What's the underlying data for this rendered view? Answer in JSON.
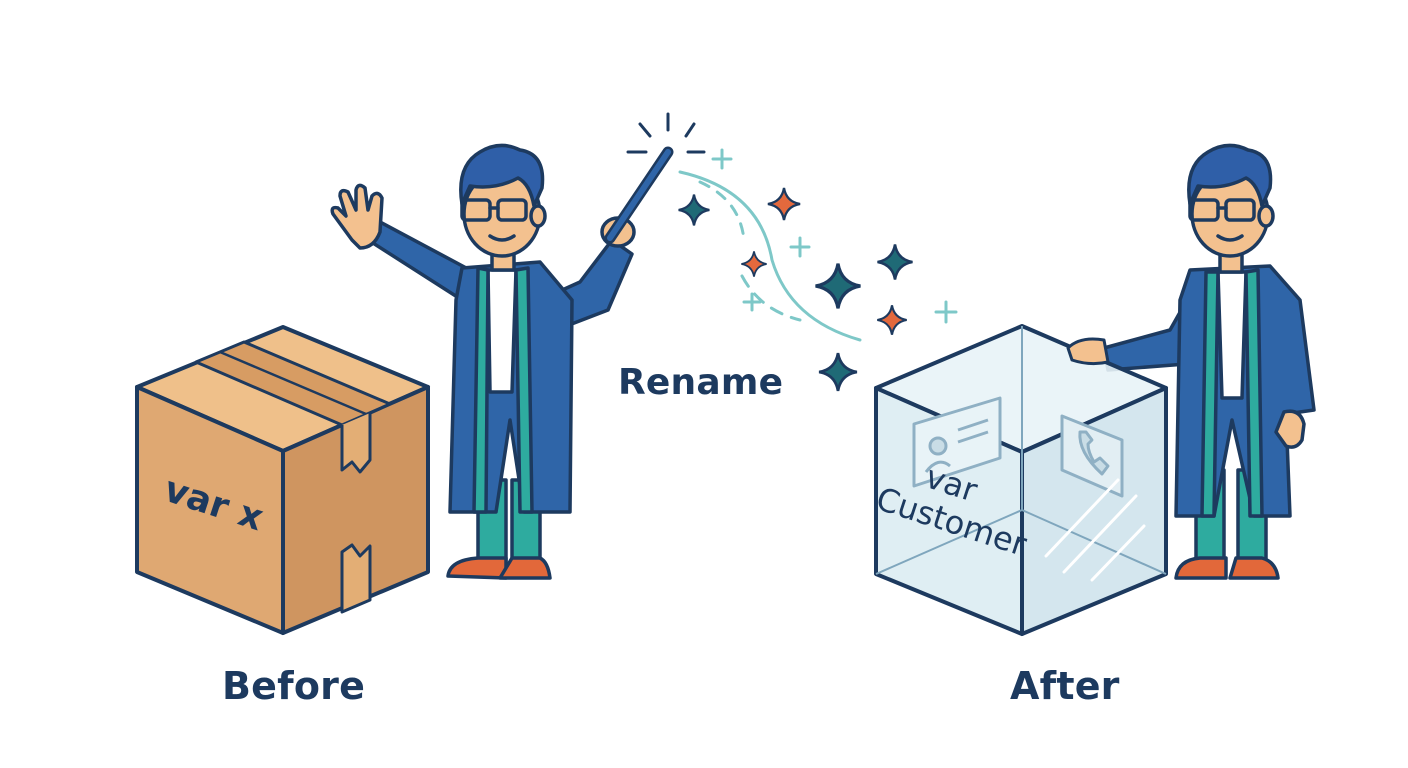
{
  "captions": {
    "before": "Before",
    "after": "After",
    "action": "Rename"
  },
  "boxes": {
    "old_label": "var x",
    "new_label_line1": "var",
    "new_label_line2": "Customer"
  },
  "colors": {
    "outline": "#1d3a5f",
    "cardboard": "#dfa872",
    "cardboard_dark": "#cf9560",
    "coat": "#2f65a8",
    "hair": "#2f5fa8",
    "skin": "#f3c18f",
    "lining": "#2eab9f",
    "shoe": "#e2683a",
    "glass": "#dcecf2",
    "sparkle_teal": "#1f6a76",
    "sparkle_orange": "#e3693d",
    "trail": "#7ec8c8"
  },
  "icons": {
    "wand": "magic-wand-icon",
    "contact_card": "contact-card-icon",
    "phone": "phone-icon"
  }
}
